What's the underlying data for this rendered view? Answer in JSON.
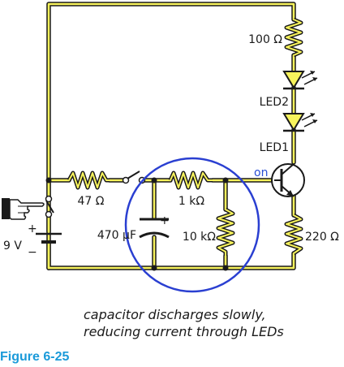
{
  "figure": {
    "label": "Figure 6-25",
    "caption_line1": "capacitor discharges slowly,",
    "caption_line2": "reducing current through LEDs"
  },
  "components": {
    "r_top": "100 Ω",
    "led2": "LED2",
    "led1": "LED1",
    "r_series": "47 Ω",
    "r_base": "1 kΩ",
    "capacitor": "470 µF",
    "cap_plus": "+",
    "r_shunt": "10 kΩ",
    "r_emitter": "220 Ω",
    "battery": "9 V",
    "battery_plus": "+",
    "battery_minus": "−",
    "transistor_state": "on"
  },
  "colors": {
    "wire_fill": "#f7f35c",
    "wire_edge": "#1a1a1a",
    "highlight_circle": "#2a3fd1",
    "figure_label": "#1a9ad9"
  }
}
